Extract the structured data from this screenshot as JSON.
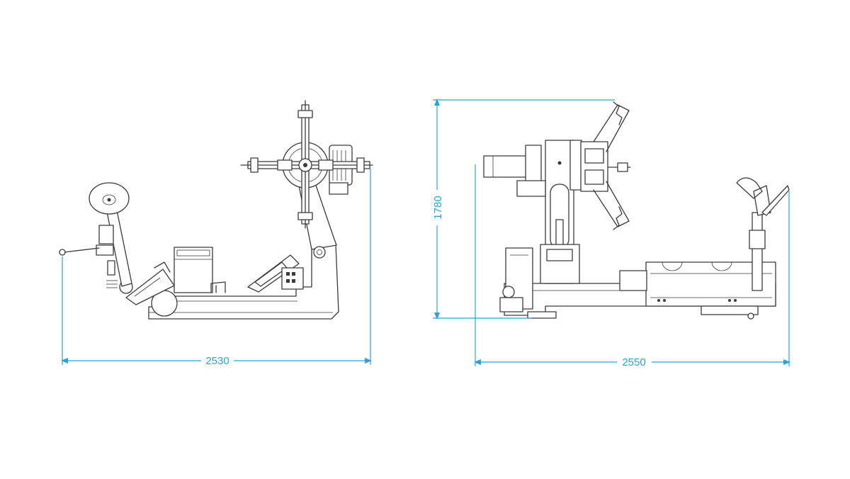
{
  "dimensions": {
    "left_view_width": "2530",
    "right_view_width": "2550",
    "right_view_height": "1780"
  },
  "colors": {
    "dimension_line": "#2aa3d8",
    "drawing_line": "#3a3a3a",
    "background": "#ffffff"
  }
}
